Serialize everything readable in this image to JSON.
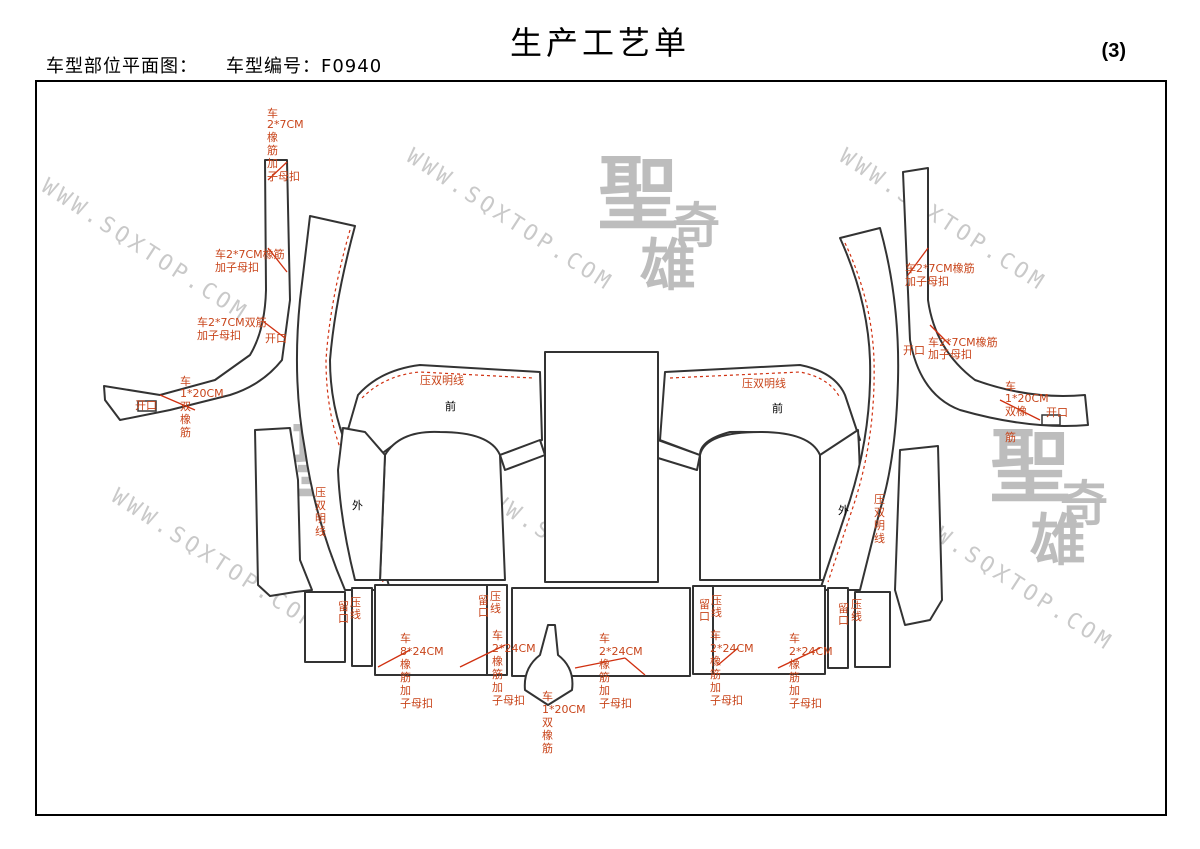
{
  "header": {
    "title": "生产工艺单",
    "subtitle_label": "车型部位平面图：",
    "model_code": "车型编号：F0940",
    "page_number": "(3)"
  },
  "watermark": {
    "url": "WWW.SQXTOP.COM",
    "logo_line1": "聖",
    "logo_line2": "奇",
    "logo_line3": "雄"
  },
  "labels": {
    "left_strap_top": [
      "车",
      "2*7CM",
      "橡",
      "筋",
      "加",
      "子母扣"
    ],
    "left_strap_mid": [
      "车2*7CM橡筋",
      "加子母扣"
    ],
    "left_strap_low": [
      "车2*7CM双筋",
      "加子母扣"
    ],
    "left_opening": "开口",
    "left_arm_elastic": [
      "车",
      "1*20CM",
      "双",
      "橡",
      "筋"
    ],
    "left_slit": "开口",
    "right_strap_mid": [
      "车2*7CM橡筋",
      "加子母扣"
    ],
    "right_strap_low": [
      "车2*7CM橡筋",
      "加子母扣"
    ],
    "right_opening": "开口",
    "right_arm_elastic": [
      "车",
      "1*20CM",
      "双橡",
      "筋"
    ],
    "right_slit": "开口",
    "press_double_line": "压双明线",
    "front": "前",
    "outer": "外",
    "press_double_line_vertical": [
      "压",
      "双",
      "明",
      "线"
    ],
    "leave_opening": [
      "留",
      "口"
    ],
    "press_line": [
      "压",
      "线"
    ],
    "bottom_1": [
      "车",
      "8*24CM",
      "橡",
      "筋",
      "加",
      "子母扣"
    ],
    "bottom_2": [
      "车",
      "2*24CM",
      "橡",
      "筋",
      "加",
      "子母扣"
    ],
    "bottom_3": [
      "车",
      "1*20CM",
      "双",
      "橡",
      "筋"
    ],
    "bottom_4": [
      "车",
      "2*24CM",
      "橡",
      "筋",
      "加",
      "子母扣"
    ],
    "bottom_5": [
      "车",
      "2*24CM",
      "橡",
      "筋",
      "加",
      "子母扣"
    ],
    "bottom_6": [
      "车",
      "2*24CM",
      "橡",
      "筋",
      "加",
      "子母扣"
    ]
  },
  "colors": {
    "annotation": "#c8441a",
    "outline": "#333333",
    "watermark": "#c9c9c9"
  }
}
